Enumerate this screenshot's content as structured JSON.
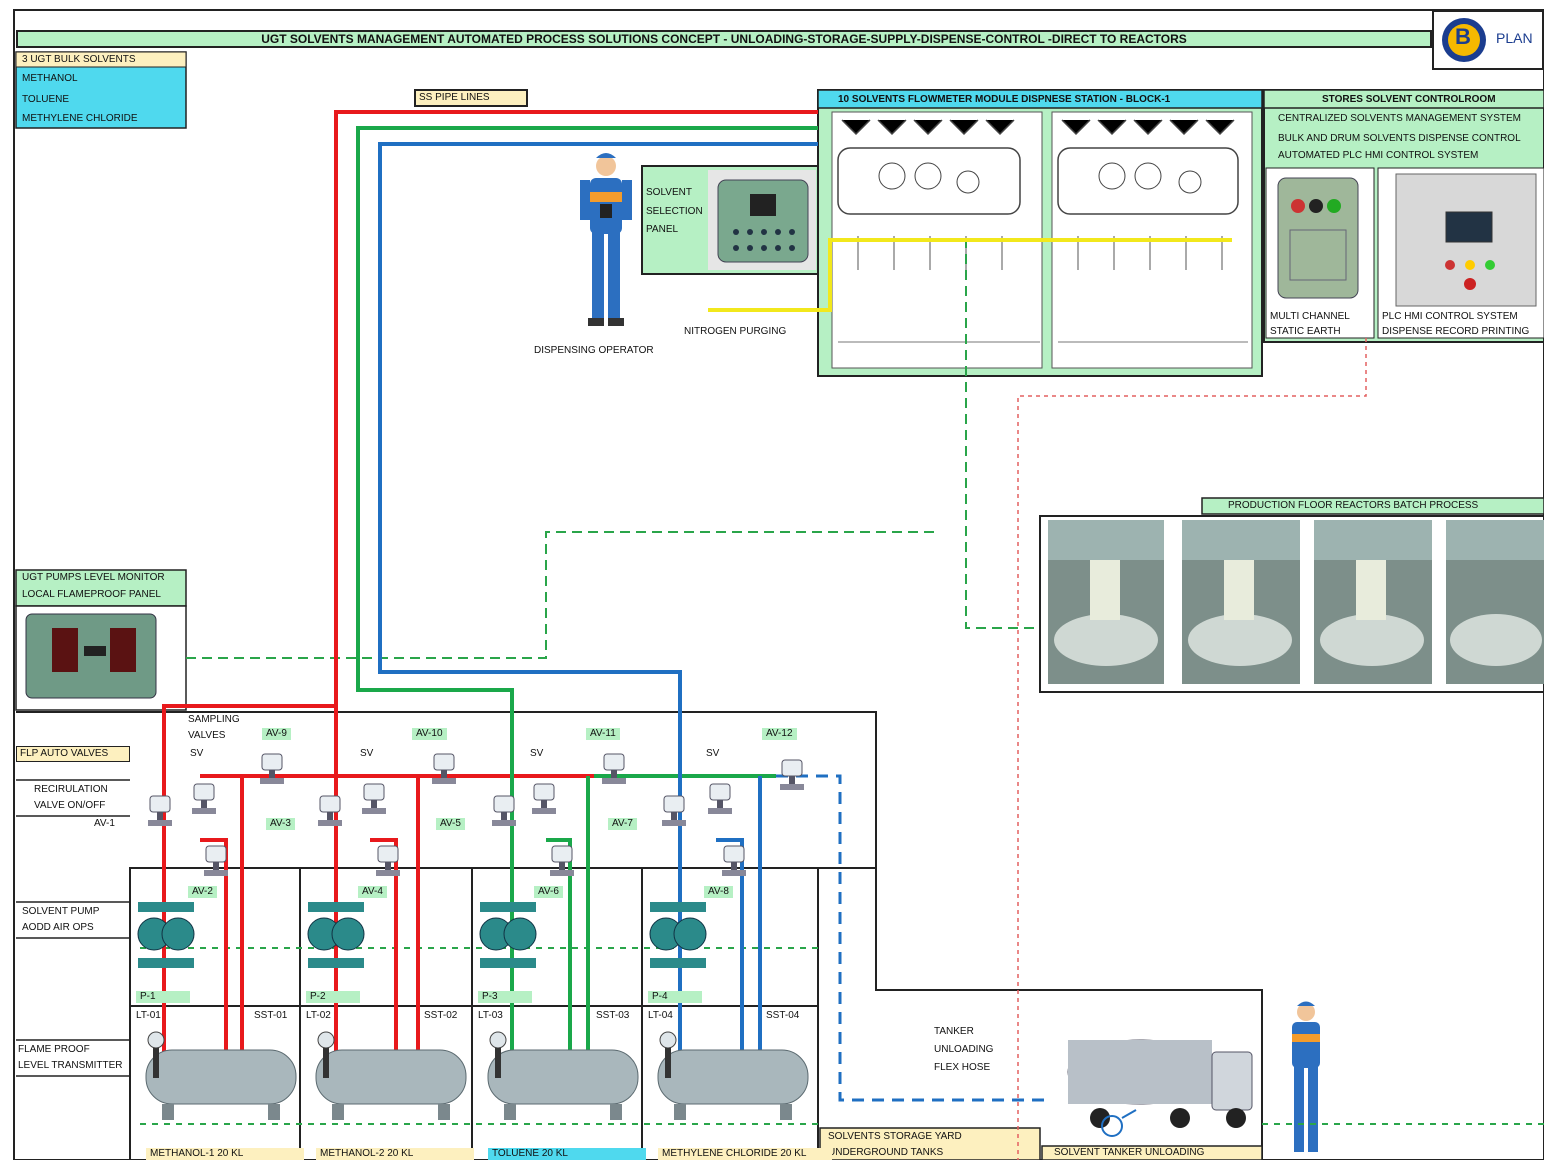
{
  "title": "UGT SOLVENTS MANAGEMENT AUTOMATED PROCESS SOLUTIONS CONCEPT - UNLOADING-STORAGE-SUPPLY-DISPENSE-CONTROL -DIRECT TO REACTORS",
  "logo": {
    "letter": "B",
    "text": "PLAN"
  },
  "bulk_solvents": {
    "header": "3 UGT BULK SOLVENTS",
    "items": [
      "METHANOL",
      "TOLUENE",
      "METHYLENE CHLORIDE"
    ]
  },
  "pipe_lines_label": "SS PIPE LINES",
  "dispense_station": {
    "title": "10 SOLVENTS FLOWMETER MODULE DISPNESE STATION - BLOCK-1"
  },
  "controlroom": {
    "title": "STORES SOLVENT CONTROLROOM",
    "lines": [
      "CENTRALIZED SOLVENTS MANAGEMENT SYSTEM",
      "BULK AND DRUM SOLVENTS DISPENSE CONTROL",
      "AUTOMATED PLC HMI CONTROL SYSTEM"
    ],
    "earth_label": [
      "MULTI CHANNEL",
      "STATIC EARTH"
    ],
    "plc_label": [
      "PLC HMI CONTROL SYSTEM",
      "DISPENSE RECORD PRINTING"
    ]
  },
  "selection_panel": [
    "SOLVENT",
    "SELECTION",
    "PANEL"
  ],
  "operator_label": "DISPENSING OPERATOR",
  "nitrogen_label": "NITROGEN PURGING",
  "production_floor": "PRODUCTION FLOOR REACTORS BATCH PROCESS",
  "pump_monitor": [
    "UGT PUMPS LEVEL MONITOR",
    "LOCAL FLAMEPROOF PANEL"
  ],
  "side_labels": {
    "flp_valves": "FLP AUTO VALVES",
    "recirculation": [
      "RECIRULATION",
      "VALVE ON/OFF"
    ],
    "pump": [
      "SOLVENT PUMP",
      "AODD AIR OPS"
    ],
    "level": [
      "FLAME PROOF",
      "LEVEL TRANSMITTER"
    ]
  },
  "sampling_label": [
    "SAMPLING",
    "VALVES"
  ],
  "sv_label": "SV",
  "valves": [
    "AV-1",
    "AV-2",
    "AV-3",
    "AV-4",
    "AV-5",
    "AV-6",
    "AV-7",
    "AV-8",
    "AV-9",
    "AV-10",
    "AV-11",
    "AV-12"
  ],
  "tanks": [
    {
      "pump": "P-1",
      "lt": "LT-01",
      "sst": "SST-01",
      "name": "METHANOL-1 20 KL"
    },
    {
      "pump": "P-2",
      "lt": "LT-02",
      "sst": "SST-02",
      "name": "METHANOL-2 20 KL"
    },
    {
      "pump": "P-3",
      "lt": "LT-03",
      "sst": "SST-03",
      "name": "TOLUENE 20 KL"
    },
    {
      "pump": "P-4",
      "lt": "LT-04",
      "sst": "SST-04",
      "name": "METHYLENE CHLORIDE 20 KL"
    }
  ],
  "tanker_hose": [
    "TANKER",
    "UNLOADING",
    "FLEX HOSE"
  ],
  "storage_yard": [
    "SOLVENTS STORAGE YARD",
    "UNDERGROUND TANKS"
  ],
  "tanker_unloading": "SOLVENT TANKER UNLOADING",
  "colors": {
    "methanol": "#e8191c",
    "toluene": "#1aa84a",
    "mdc": "#1f6fc2",
    "nitrogen": "#f2e81c",
    "signal": "#2aa54a",
    "power": "#e46060",
    "label_green": "#b6f0c4",
    "label_cyan": "#4fd9ee",
    "label_yellow": "#fdf0bf"
  }
}
